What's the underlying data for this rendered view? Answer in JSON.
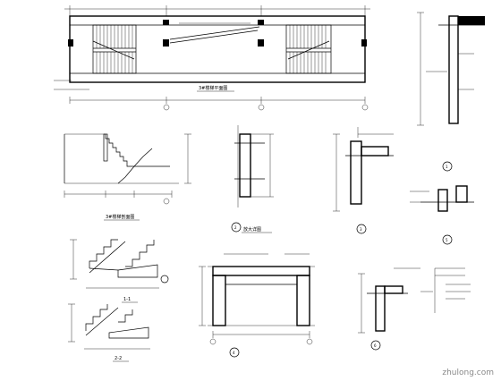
{
  "captions": {
    "plan": "3#楼梯平面图",
    "section": "3#楼梯剖面图",
    "detail_2": "放大详图",
    "detail_4": "④",
    "detail_5": "⑤",
    "stair_1": "1-1",
    "stair_2": "2-2"
  },
  "callouts": {
    "c1": "1",
    "c2": "2",
    "c3": "3",
    "c4": "4",
    "c5": "5",
    "c6": "6"
  },
  "watermark": "zhulong.com"
}
